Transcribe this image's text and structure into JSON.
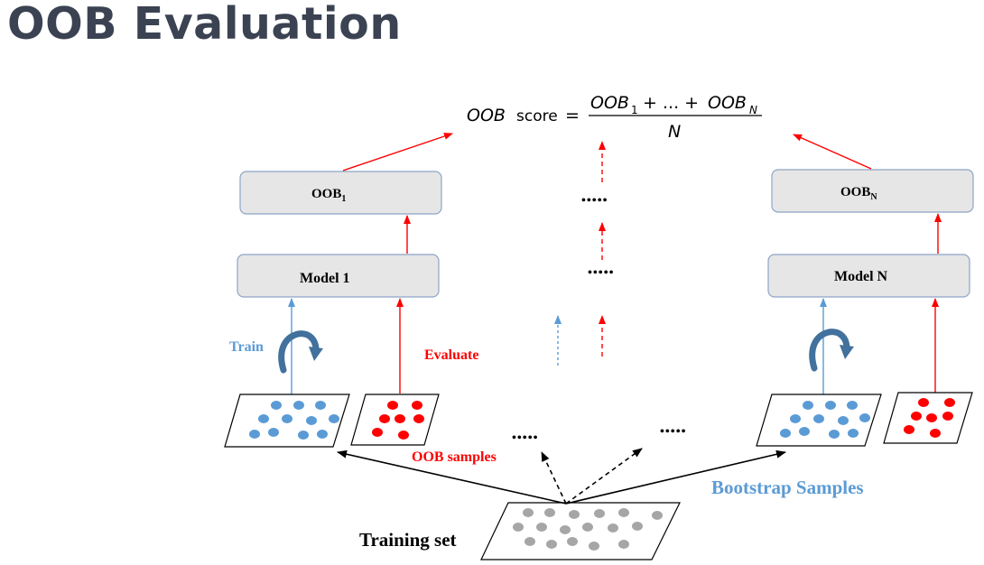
{
  "slide": {
    "title": "OOB Evaluation"
  },
  "formula": {
    "lhs_italic": "OOB",
    "lhs_word": "score",
    "equals": "=",
    "numerator_1": "OOB",
    "numerator_1_sub": "1",
    "numerator_mid": " + ... + ",
    "numerator_2": "OOB",
    "numerator_2_sub": "N",
    "denominator": "N"
  },
  "diagram": {
    "oob_left": {
      "label": "OOB",
      "sub": "1"
    },
    "oob_right": {
      "label": "OOB",
      "sub": "N"
    },
    "model_left": "Model 1",
    "model_right": "Model N",
    "train_label": "Train",
    "evaluate_label": "Evaluate",
    "oob_samples_label": "OOB samples",
    "bootstrap_label": "Bootstrap Samples",
    "training_set_label": "Training set",
    "ellipsis": "•••••"
  },
  "colors": {
    "title": "#3b4252",
    "red": "#ff0000",
    "blue": "#5b9bd5",
    "blue_dot": "#5b9bd5",
    "red_dot": "#ff0000",
    "gray_dot": "#a6a6a6",
    "box_fill": "#e6e6e6",
    "box_stroke": "#8ea5c6",
    "rotate_arrow": "#41719c"
  },
  "icons": [
    "rotate-arrow-icon"
  ]
}
